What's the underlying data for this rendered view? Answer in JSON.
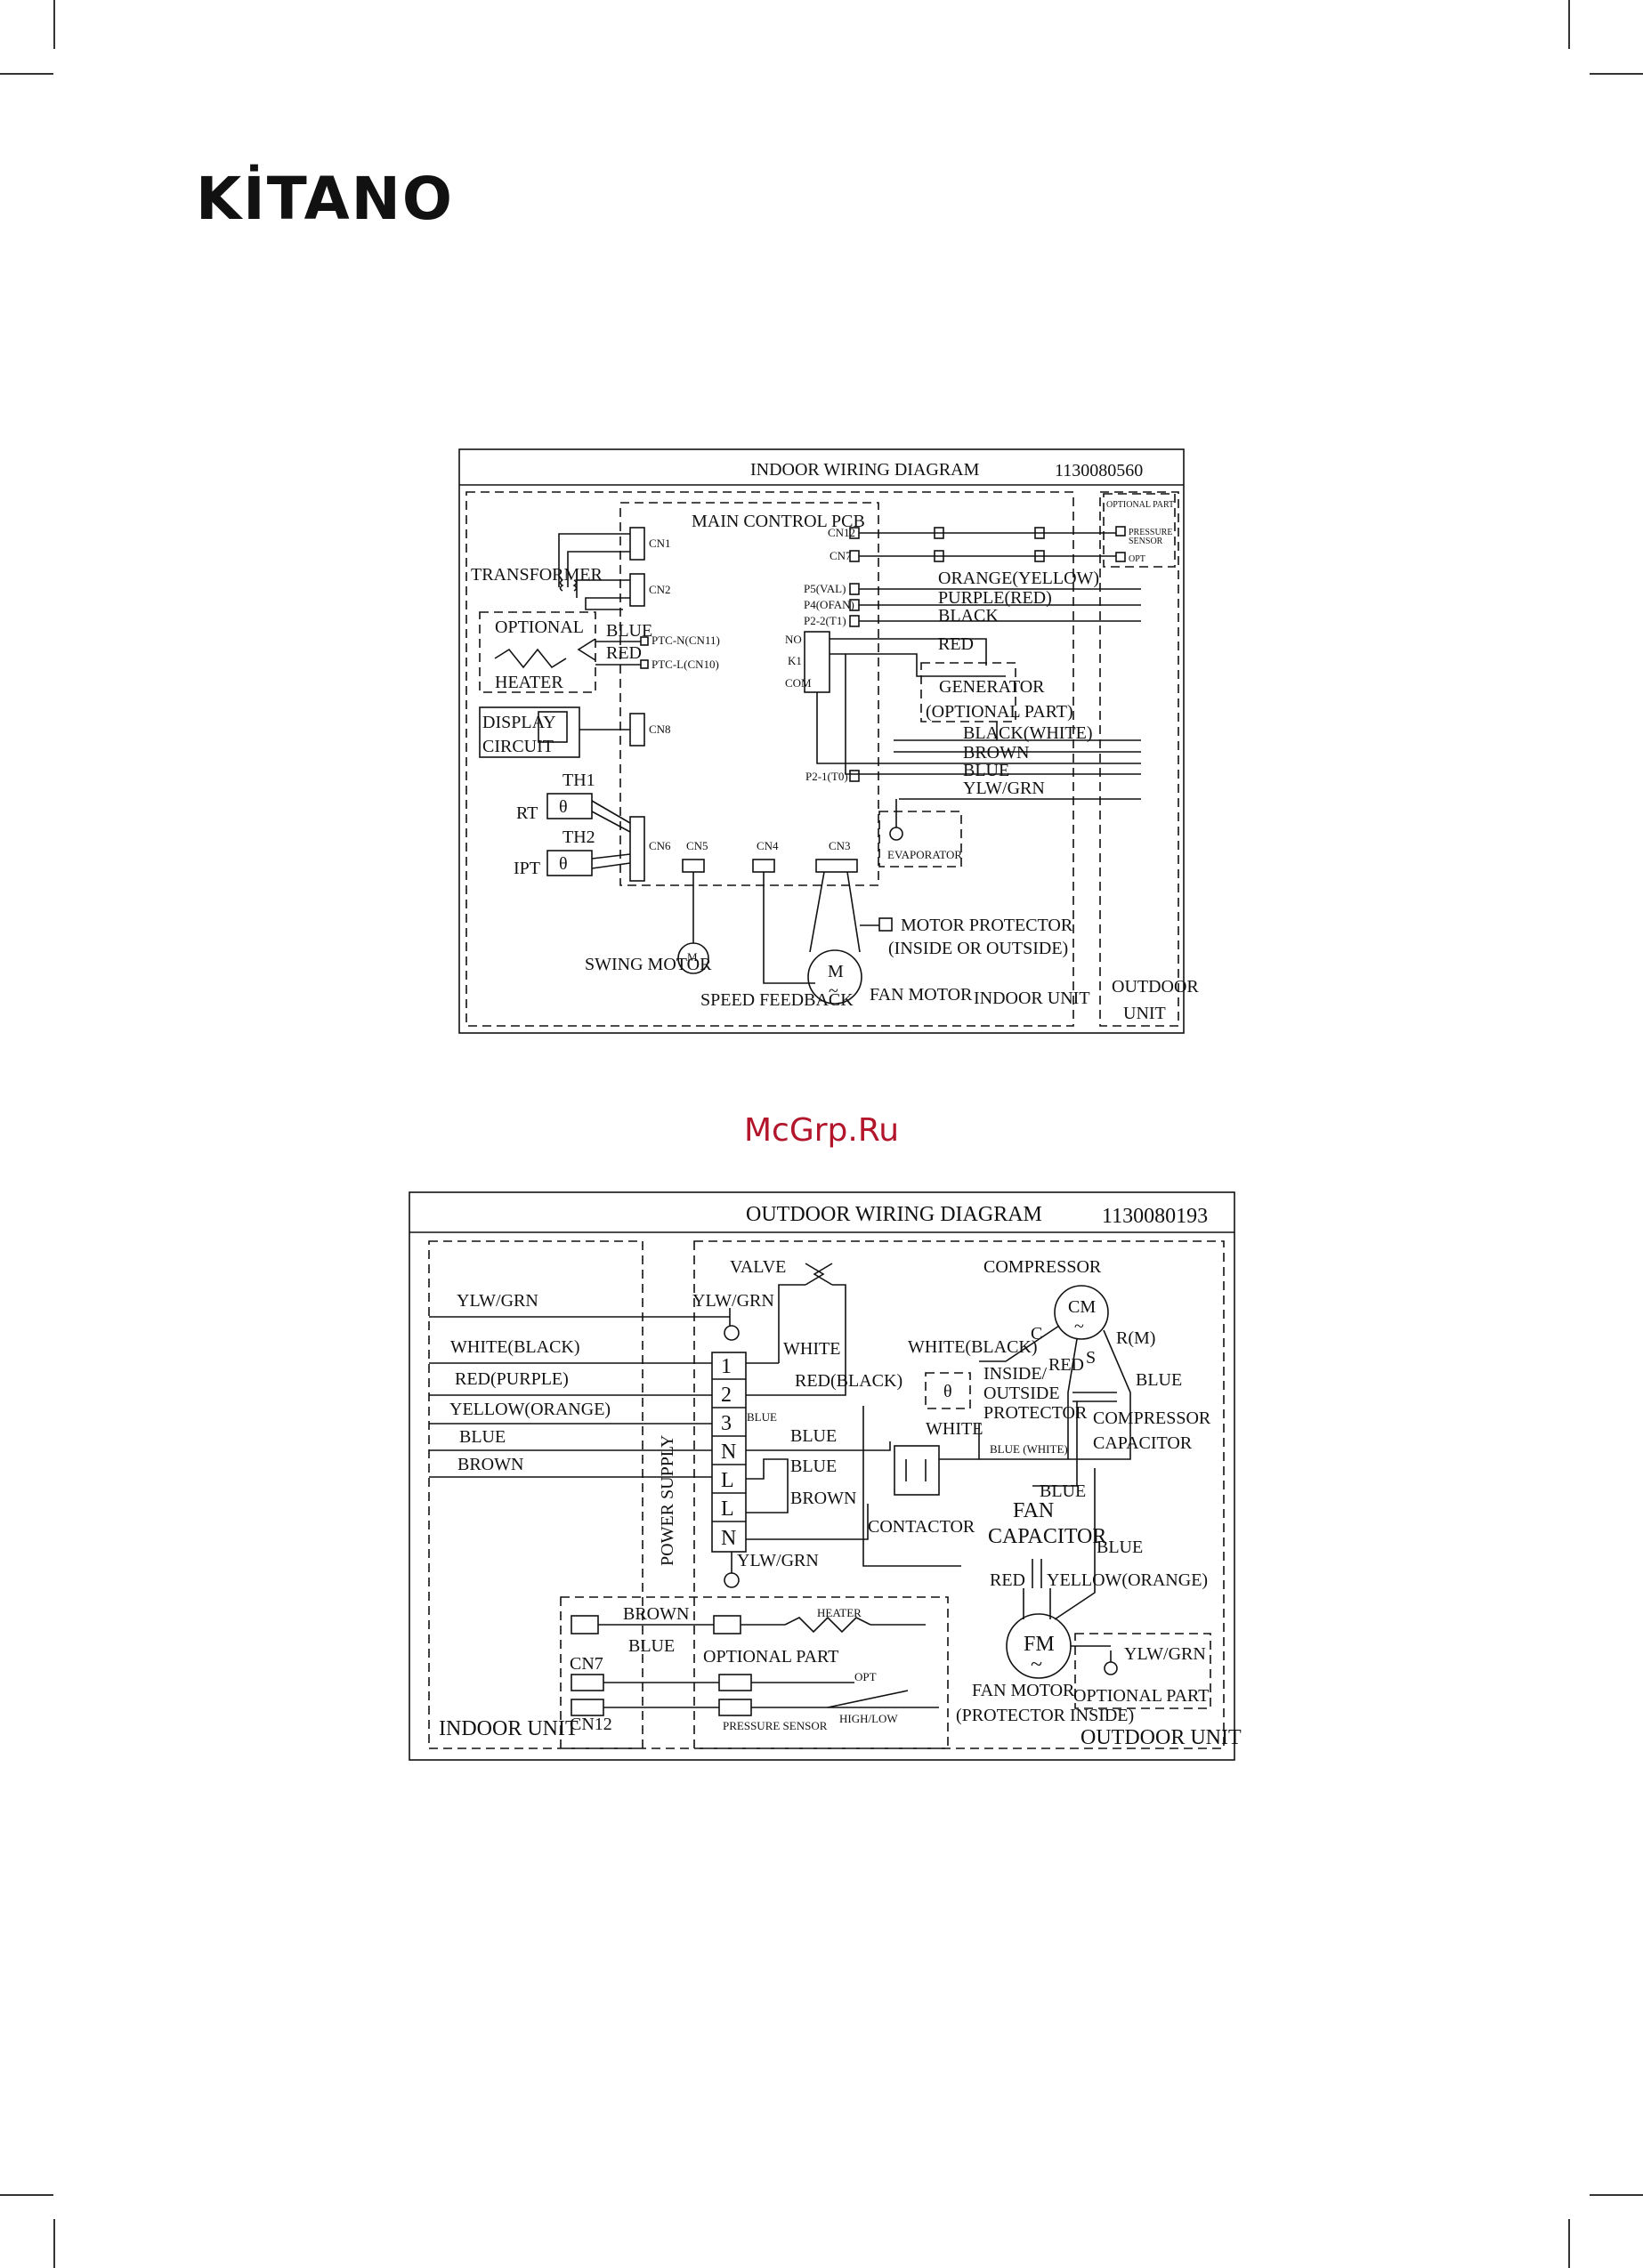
{
  "brand": {
    "logo": "KİTANO"
  },
  "watermark": "McGrp.Ru",
  "indoor": {
    "title": "INDOOR WIRING DIAGRAM",
    "code": "1130080560",
    "pcb": "MAIN CONTROL PCB",
    "transformer": "TRANSFORMER",
    "optional": "OPTIONAL",
    "heater": "HEATER",
    "blue": "BLUE",
    "red": "RED",
    "ptc_n": "PTC-N(CN11)",
    "ptc_l": "PTC-L(CN10)",
    "display1": "DISPLAY",
    "display2": "CIRCUIT",
    "th1": "TH1",
    "th2": "TH2",
    "rt": "RT",
    "ipt": "IPT",
    "cn1": "CN1",
    "cn2": "CN2",
    "cn8": "CN8",
    "cn6": "CN6",
    "cn5": "CN5",
    "cn4": "CN4",
    "cn3": "CN3",
    "cn12": "CN12",
    "cn7": "CN7",
    "p5": "P5(VAL)",
    "p4": "P4(OFAN)",
    "p2_2": "P2-2(T1)",
    "p2_1": "P2-1(T0)",
    "no": "NO",
    "k1": "K1",
    "com": "COM",
    "w_orange": "ORANGE(YELLOW)",
    "w_purple": "PURPLE(RED)",
    "w_black": "BLACK",
    "w_red": "RED",
    "generator1": "GENERATOR",
    "generator2": "(OPTIONAL PART)",
    "w_blackwhite": "BLACK(WHITE)",
    "w_brown": "BROWN",
    "w_blue": "BLUE",
    "w_ylwgrn": "YLW/GRN",
    "evaporator": "EVAPORATOR",
    "optional_part": "OPTIONAL PART",
    "pressure1": "PRESSURE",
    "pressure2": "SENSOR",
    "opt": "OPT",
    "motor_protector": "MOTOR PROTECTOR",
    "inside_outside": "(INSIDE OR OUTSIDE)",
    "swing_motor": "SWING MOTOR",
    "speed_feedback": "SPEED FEEDBACK",
    "fan_motor": "FAN MOTOR",
    "indoor_unit": "INDOOR UNIT",
    "outdoor1": "OUTDOOR",
    "outdoor2": "UNIT",
    "m": "M",
    "tilde": "~",
    "theta": "θ",
    "m_small": "M"
  },
  "outdoor": {
    "title": "OUTDOOR WIRING DIAGRAM",
    "code": "1130080193",
    "valve": "VALVE",
    "compressor": "COMPRESSOR",
    "ylwgrn_l": "YLW/GRN",
    "ylwgrn_t": "YLW/GRN",
    "white_black": "WHITE(BLACK)",
    "red_purple": "RED(PURPLE)",
    "yellow_orange": "YELLOW(ORANGE)",
    "blue_l": "BLUE",
    "brown_l": "BROWN",
    "term1": "1",
    "term2": "2",
    "term3": "3",
    "termN1": "N",
    "termL1": "L",
    "termL2": "L",
    "termN2": "N",
    "white": "WHITE",
    "red_black": "RED(BLACK)",
    "blue_small": "BLUE",
    "blue_m": "BLUE",
    "blue_m2": "BLUE",
    "brown_m": "BROWN",
    "power_supply": "POWER SUPPLY",
    "ylwgrn_b": "YLW/GRN",
    "contactor": "CONTACTOR",
    "white_black2": "WHITE(BLACK)",
    "inside": "INSIDE/",
    "outside": "OUTSIDE",
    "protector": "PROTECTOR",
    "white2": "WHITE",
    "blue_white": "BLUE (WHITE)",
    "cm": "CM",
    "c": "C",
    "s": "S",
    "rm": "R(M)",
    "red_c": "RED",
    "blue_r": "BLUE",
    "comp_cap1": "COMPRESSOR",
    "comp_cap2": "CAPACITOR",
    "blue_f": "BLUE",
    "fan_cap1": "FAN",
    "fan_cap2": "CAPACITOR",
    "blue_f2": "BLUE",
    "red_f": "RED",
    "yellow_orange2": "YELLOW(ORANGE)",
    "fm": "FM",
    "ylwgrn_fm": "YLW/GRN",
    "fan_motor": "FAN MOTOR",
    "protector_inside": "(PROTECTOR INSIDE)",
    "optional_part_o": "OPTIONAL PART",
    "outdoor_unit": "OUTDOOR UNIT",
    "brown_b": "BROWN",
    "blue_b": "BLUE",
    "heater": "HEATER",
    "optional_part": "OPTIONAL PART",
    "opt": "OPT",
    "pressure_sensor": "PRESSURE SENSOR",
    "high_low": "HIGH/LOW",
    "cn7": "CN7",
    "cn12": "CN12",
    "indoor_unit": "INDOOR UNIT",
    "tilde": "~",
    "theta": "θ"
  }
}
